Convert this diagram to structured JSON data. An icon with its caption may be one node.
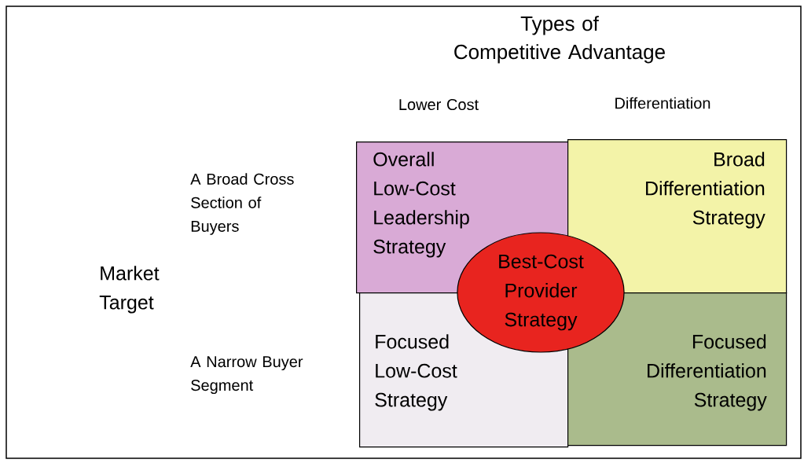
{
  "diagram": {
    "title": "Types of Competitive Advantage",
    "nodes": [
      {
        "text": [
          "Overall Low-Cost Leadership Strategy"
        ]
      },
      {
        "text": [
          "Broad Differentiation Strategy"
        ]
      },
      {
        "text": [
          "Focused Low-Cost Strategy"
        ]
      },
      {
        "text": [
          "Focused Differentiation Strategy"
        ]
      },
      {
        "text": [
          "Best-Cost Provider Strategy"
        ]
      }
    ],
    "labels": [
      "Lower Cost",
      "Differentiation",
      "A Broad Cross Section of Buyers",
      "Market Target",
      "A Narrow Buyer Segment"
    ]
  }
}
